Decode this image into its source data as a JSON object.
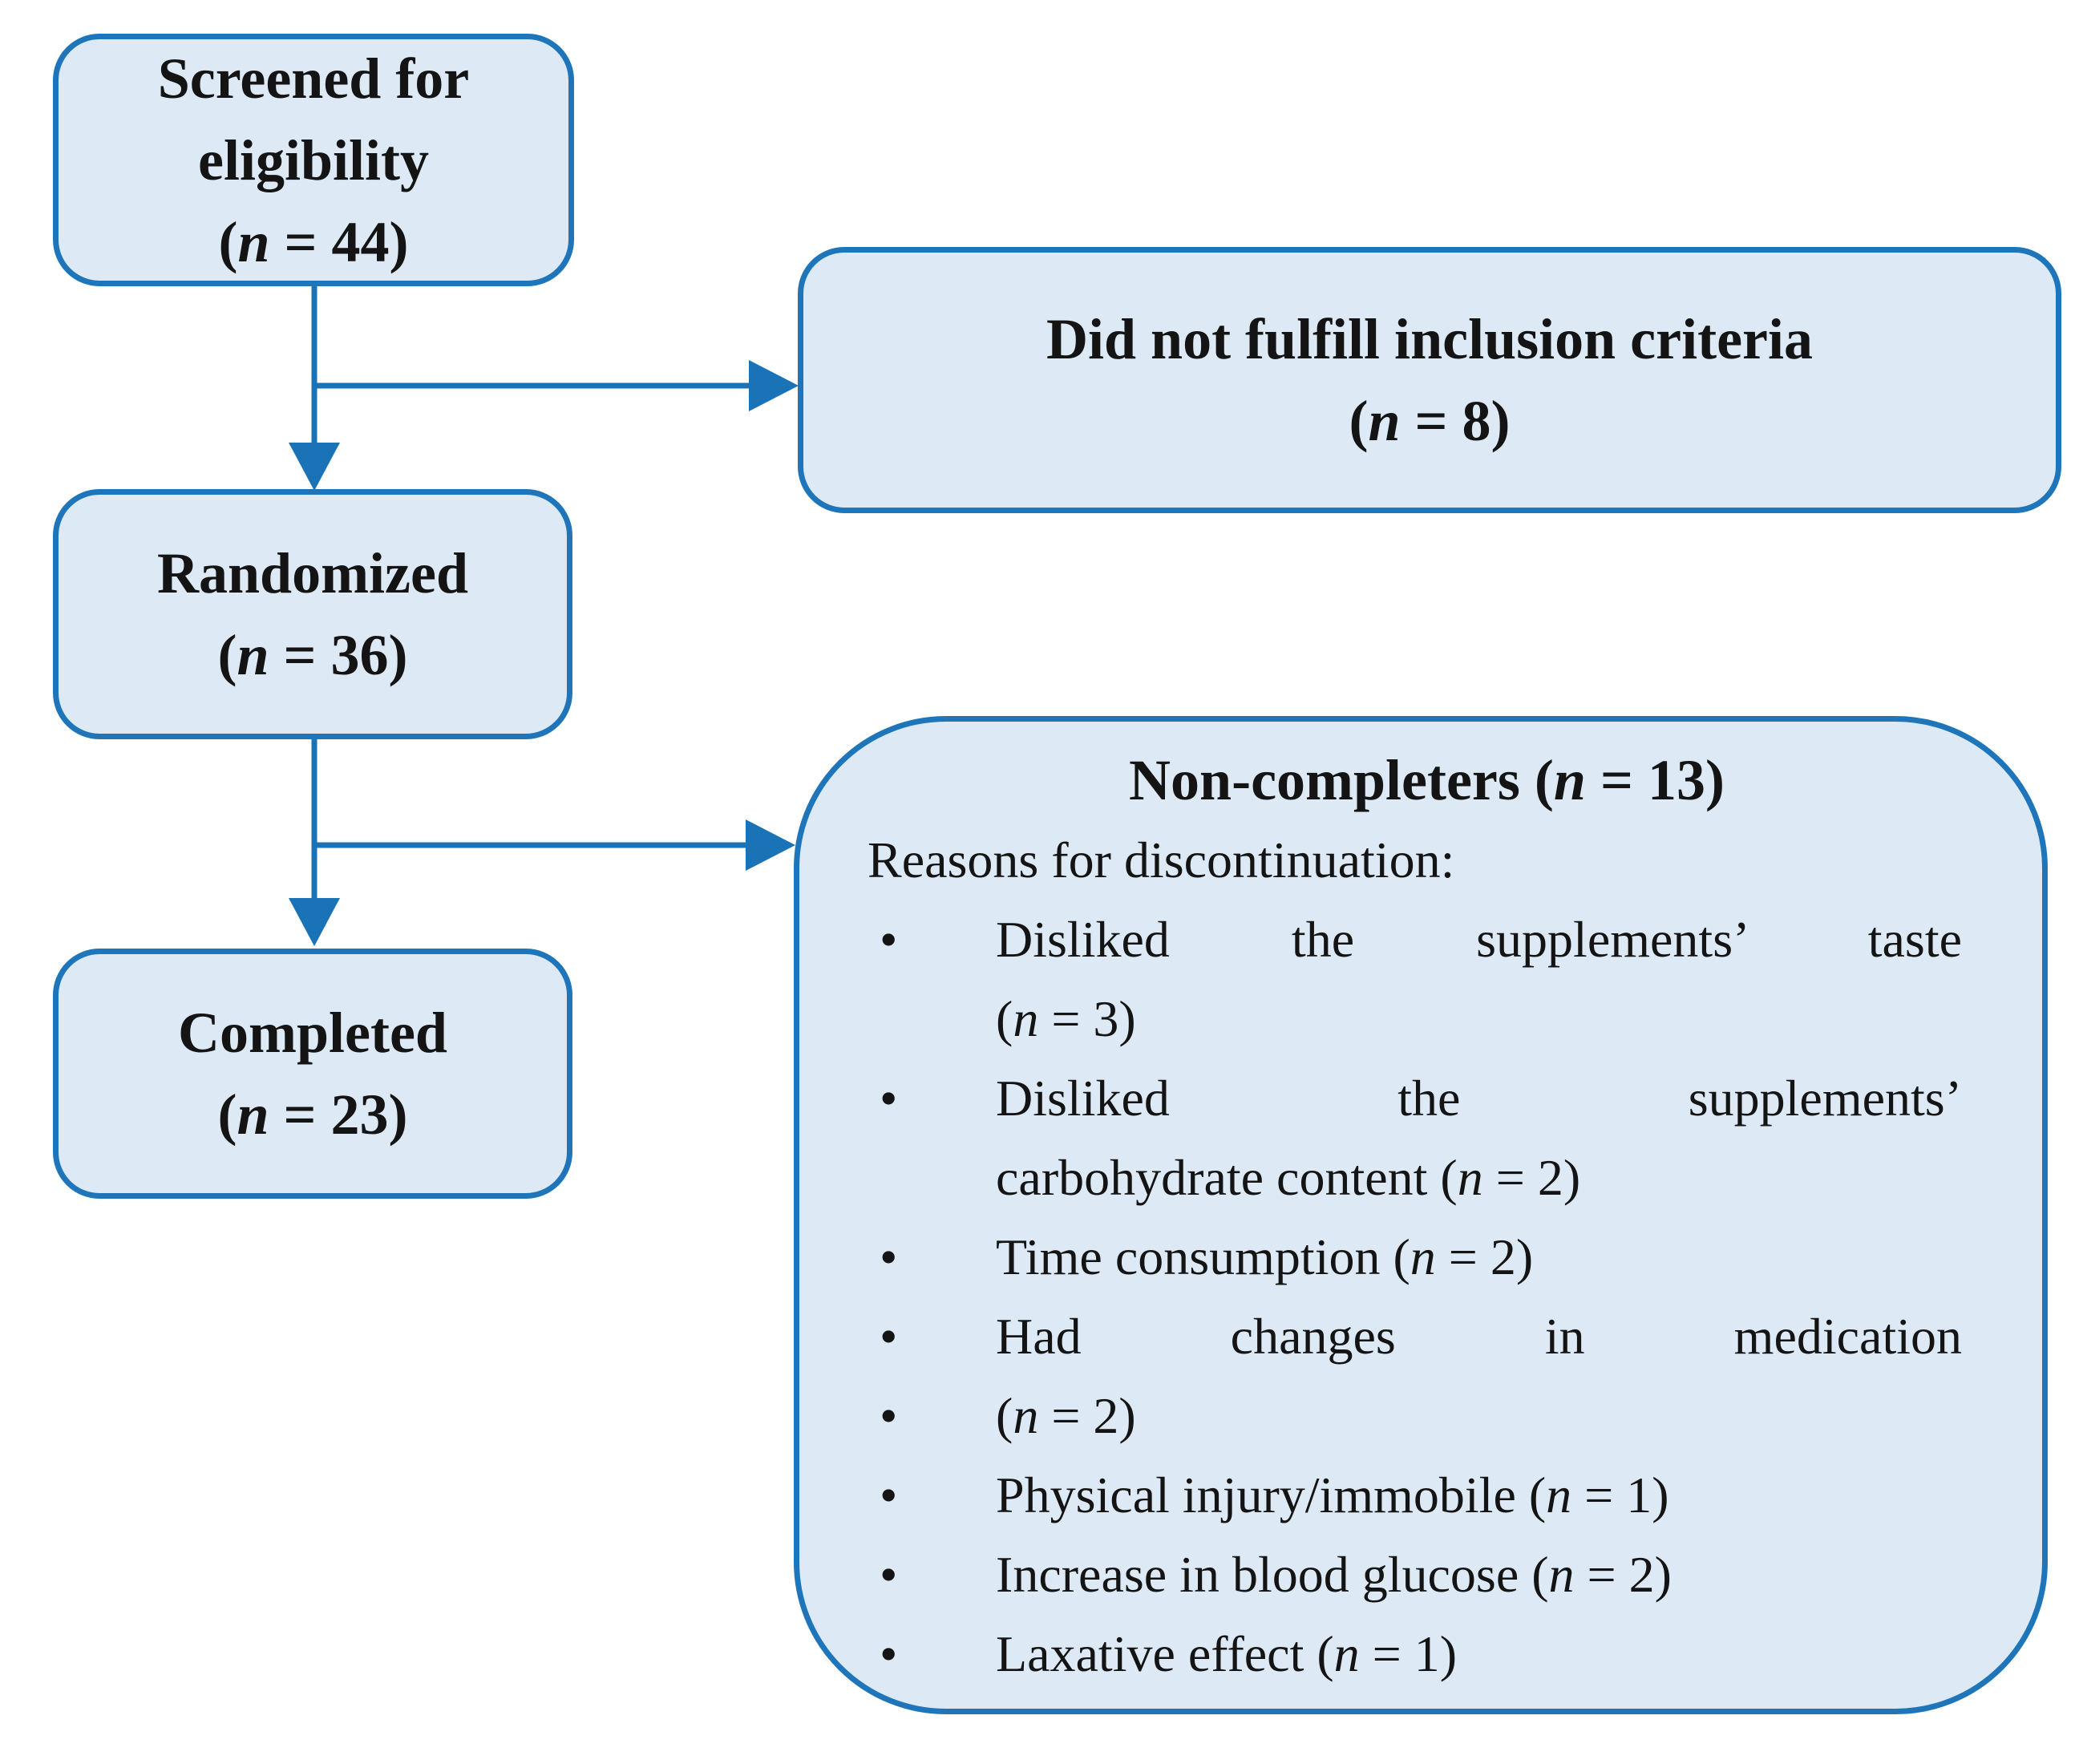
{
  "colors": {
    "node_border": "#1e75b9",
    "node_fill": "#dde9f5",
    "arrow": "#1b73b7",
    "ink": "#141414",
    "page_bg": "#ffffff"
  },
  "boxes": {
    "screened": {
      "line1": "Screened for",
      "line2": "eligibility",
      "n_html": "(<i>n</i> = 44)"
    },
    "not_included": {
      "line1": "Did not fulfill inclusion criteria",
      "n_html": "(<i>n</i> = 8)"
    },
    "randomized": {
      "line1": "Randomized",
      "n_html": "(<i>n</i> = 36)"
    },
    "completed": {
      "line1": "Completed",
      "n_html": "(<i>n</i> = 23)"
    },
    "noncompleters": {
      "title_html": "Non-completers (<i>n</i> = 13)",
      "subtitle": "Reasons for discontinuation:",
      "bullet_char": "•",
      "reasons": [
        {
          "lines": [
            "Disliked the supplements’ taste",
            "(<i>n</i> = 3)"
          ]
        },
        {
          "lines": [
            "Disliked the supplements’",
            "carbohydrate content (<i>n</i> = 2)"
          ]
        },
        {
          "lines": [
            "Time consumption (<i>n</i> = 2)"
          ]
        },
        {
          "lines": [
            "Had changes in medication"
          ]
        },
        {
          "lines": [
            "(<i>n</i> = 2)"
          ]
        },
        {
          "lines": [
            "Physical injury/immobile (<i>n</i> = 1)"
          ]
        },
        {
          "lines": [
            "Increase in blood glucose (<i>n</i> = 2)"
          ]
        },
        {
          "lines": [
            "Laxative effect (<i>n</i> = 1)"
          ]
        }
      ]
    }
  }
}
